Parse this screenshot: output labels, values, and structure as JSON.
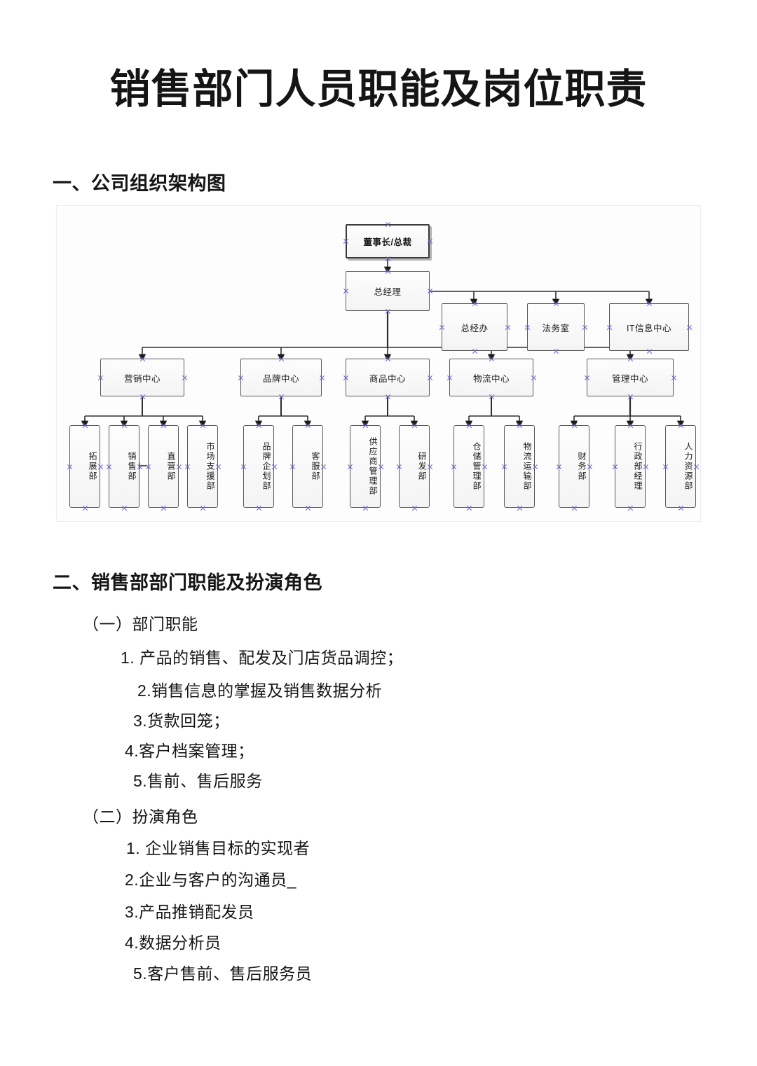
{
  "document": {
    "title": "销售部门人员职能及岗位职责"
  },
  "sections": [
    {
      "heading": "一、公司组织架构图"
    },
    {
      "heading": "二、销售部部门职能及扮演角色"
    }
  ],
  "org_chart": {
    "root": "董事长/总裁",
    "gm": "总经理",
    "staff": [
      "总经办",
      "法务室",
      "IT信息中心"
    ],
    "centers": [
      "营销中心",
      "品牌中心",
      "商品中心",
      "物流中心",
      "管理中心"
    ],
    "departments": {
      "marketing": [
        "拓展部",
        "销售部",
        "直营部",
        "市场支援部"
      ],
      "brand": [
        "品牌企划部",
        "客服部"
      ],
      "product": [
        "供应商管理部",
        "研发部"
      ],
      "logistics": [
        "仓储管理部",
        "物流运输部"
      ],
      "management": [
        "财务部",
        "行政部经理",
        "人力资源部"
      ]
    },
    "anchor_color": "#6e62c8"
  },
  "content": {
    "group1": {
      "label": "（一）部门职能",
      "items": [
        "1. 产品的销售、配发及门店货品调控；",
        "2.销售信息的掌握及销售数据分析",
        "3.货款回笼；",
        "4.客户档案管理；",
        "5.售前、售后服务"
      ]
    },
    "group2": {
      "label": "（二）扮演角色",
      "items": [
        "1. 企业销售目标的实现者",
        "2.企业与客户的沟通员_",
        "3.产品推销配发员",
        "4.数据分析员",
        "5.客户售前、售后服务员"
      ]
    }
  }
}
